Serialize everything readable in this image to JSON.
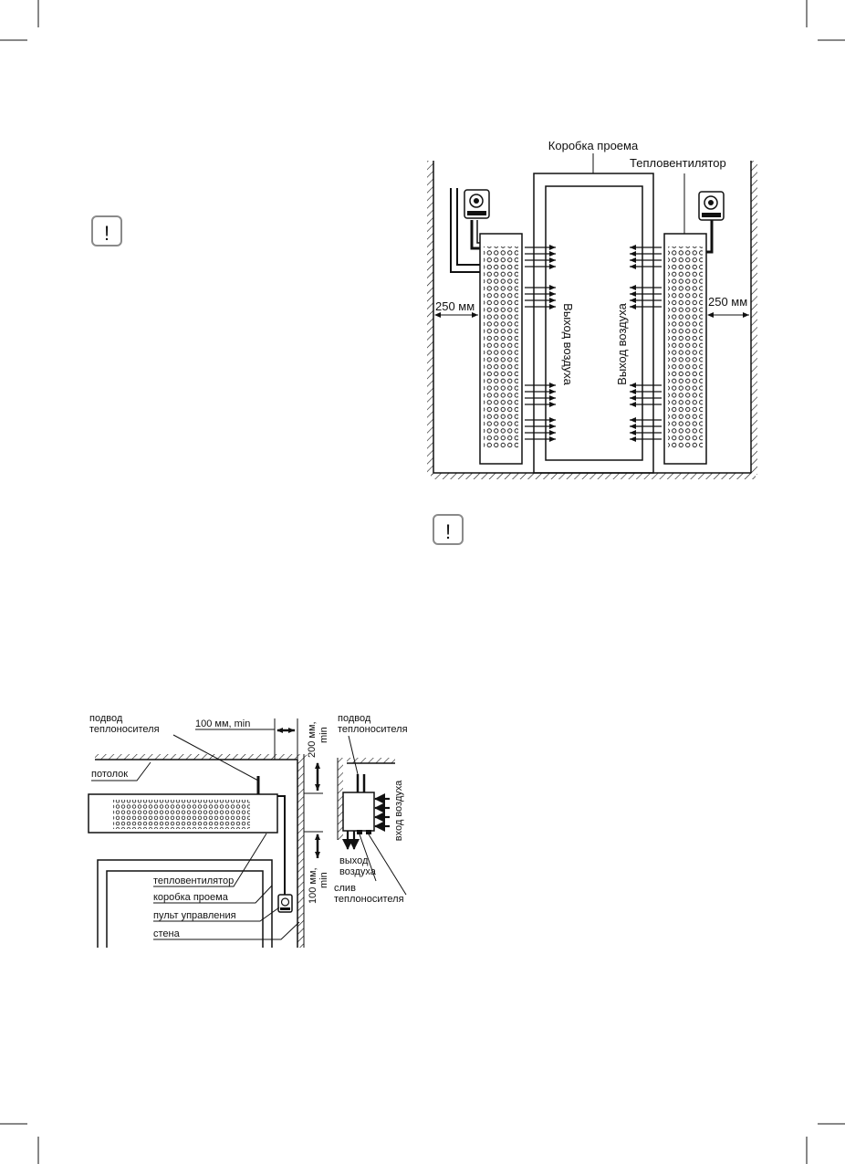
{
  "colors": {
    "ink": "#111111",
    "paper": "#ffffff",
    "notice_border": "#8a8a8a"
  },
  "icons": {
    "notice": "exclamation-icon",
    "remote": "control-panel-icon"
  },
  "door_diagram": {
    "opening_box": "Коробка проема",
    "heater": "Тепловентилятор",
    "clearance_left": "250 мм",
    "clearance_right": "250 мм",
    "air_outlet_left": "Выход воздуха",
    "air_outlet_right": "Выход воздуха"
  },
  "notices": [
    {
      "symbol": "!"
    },
    {
      "symbol": "!"
    }
  ],
  "side_diagram": {
    "supply_front": [
      "подвод",
      "теплоносителя"
    ],
    "gap_horizontal": "100 мм, min",
    "gap_top": [
      "200 мм,",
      "min"
    ],
    "gap_bottom": [
      "100 мм,",
      "min"
    ],
    "ceiling": "потолок",
    "heater": "тепловентилятор",
    "opening_box": "коробка проема",
    "remote": "пульт управления",
    "wall": "стена",
    "supply_side": [
      "подвод",
      "теплоносителя"
    ],
    "air_inlet": "вход воздуха",
    "air_outlet": [
      "выход",
      "воздуха"
    ],
    "drain": [
      "слив",
      "теплоносителя"
    ]
  }
}
